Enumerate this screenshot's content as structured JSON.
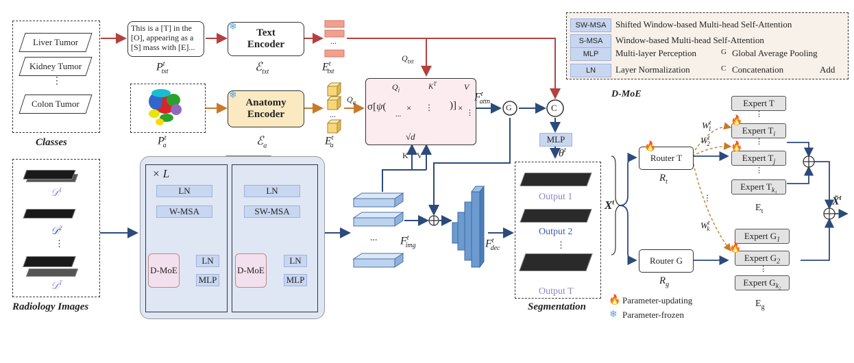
{
  "classes": {
    "items": [
      "Liver Tumor",
      "Kidney Tumor",
      "⋮",
      "Colon Tumor"
    ],
    "caption": "Classes"
  },
  "prompt": {
    "text": "This is a [T] in the [O], appearing as a [S] mass with [E]...",
    "text_p_txt": "P",
    "text_p_txt_sup": "t",
    "text_p_txt_sub": "txt",
    "p_a": "P",
    "p_a_sup": "t",
    "p_a_sub": "a"
  },
  "encoders": {
    "text": {
      "label": "Text Encoder",
      "symbol": "ℰ",
      "symbol_sub": "txt"
    },
    "anatomy": {
      "label": "Anatomy Encoder",
      "symbol": "ℰ",
      "symbol_sub": "a"
    }
  },
  "embeddings": {
    "e_txt": "E",
    "e_txt_sup": "t",
    "e_txt_sub": "txt",
    "e_a": "E",
    "e_a_sup": "t",
    "e_a_sub": "a",
    "dots": "..."
  },
  "attention": {
    "q_txt": "Q",
    "q_txt_sub": "txt",
    "q_a": "Q",
    "q_a_sub": "a",
    "q_i": "Q",
    "q_i_sub": "i",
    "k_t": "K",
    "k_t_sup": "T",
    "v": "V",
    "sigma": "σ",
    "psi": "ψ",
    "sqrt_d": "√d",
    "times": "×",
    "k_label": "K",
    "v_label": "V",
    "f_attn": "F",
    "f_attn_sup": "t",
    "f_attn_sub": "attn",
    "g": "G",
    "c": "C",
    "mlp": "MLP",
    "theta": "θ",
    "theta_sup": "t"
  },
  "images": {
    "caption": "Radiology Images",
    "d1": "𝒟",
    "d1_sup": "1",
    "d2": "𝒟",
    "d2_sup": "2",
    "dots": "⋮",
    "dT": "𝒟",
    "dT_sup": "T"
  },
  "backbone": {
    "times_l": "× L",
    "ln": "LN",
    "wmsa": "W-MSA",
    "swmsa": "SW-MSA",
    "dmoe": "D-MoE",
    "mlp": "MLP"
  },
  "features": {
    "f_img": "F",
    "f_img_sup": "t",
    "f_img_sub": "img",
    "f_dec": "F",
    "f_dec_sup": "t",
    "f_dec_sub": "dec",
    "dots": "..."
  },
  "segmentation": {
    "caption": "Segmentation",
    "out1": "Output 1",
    "out2": "Output 2",
    "dots": "⋮",
    "outT": "Output T"
  },
  "legend": [
    {
      "key": "SW-MSA",
      "text": "Shifted Window-based Multi-head Self-Attention"
    },
    {
      "key": "S-MSA",
      "text": "Window-based Multi-head Self-Attention"
    },
    {
      "key": "MLP",
      "text": "Multi-layer Perception"
    },
    {
      "key": "LN",
      "text": "Layer Normalization"
    }
  ],
  "legend_symbols": {
    "g_text": "Global Average Pooling",
    "c_text": "Concatenation",
    "add_text": "Add",
    "g": "G",
    "c": "C"
  },
  "dmoe": {
    "title": "D-MoE",
    "router_t": "Router T",
    "r_t": "R",
    "r_t_sub": "t",
    "router_g": "Router G",
    "r_g": "R",
    "r_g_sub": "g",
    "x_t": "X",
    "x_t_sup": "t",
    "x_bar": "X̄",
    "x_bar_sup": "t",
    "experts_t": [
      "Expert T",
      "Expert T",
      "Expert T",
      "Expert T"
    ],
    "experts_t_subs": [
      "",
      "i",
      "j",
      "k₁"
    ],
    "experts_g": [
      "Expert G",
      "Expert G",
      "Expert G"
    ],
    "experts_g_subs": [
      "1",
      "2",
      "k₂"
    ],
    "e_t": "E",
    "e_t_sub": "t",
    "e_g": "E",
    "e_g_sub": "g",
    "w1": "W",
    "w1_sup": "t",
    "w1_sub": "1",
    "w2": "W",
    "w2_sup": "t",
    "w2_sub": "2",
    "wk": "W",
    "wk_sup": "t",
    "wk_sub": "k",
    "dots": "⋮",
    "updating": "Parameter-updating",
    "frozen": "Parameter-frozen"
  }
}
